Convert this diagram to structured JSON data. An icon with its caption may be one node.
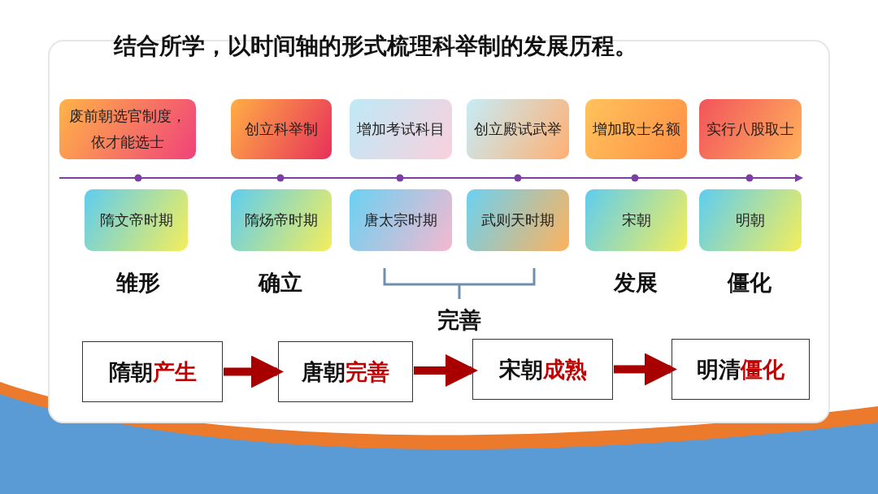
{
  "diagram": {
    "title": "结合所学，以时间轴的形式梳理科举制的发展历程。",
    "nodes": [
      {
        "text": [
          "废前朝选官制度，依才能选士"
        ]
      },
      {
        "text": [
          "创立科举制"
        ]
      },
      {
        "text": [
          "增加考试科目"
        ]
      },
      {
        "text": [
          "创立殿试武举"
        ]
      },
      {
        "text": [
          "增加取士名额"
        ]
      },
      {
        "text": [
          "实行八股取士"
        ]
      },
      {
        "text": [
          "隋文帝时期"
        ]
      },
      {
        "text": [
          "隋炀帝时期"
        ]
      },
      {
        "text": [
          "唐太宗时期"
        ]
      },
      {
        "text": [
          "武则天时期"
        ]
      },
      {
        "text": [
          "宋朝"
        ]
      },
      {
        "text": [
          "明朝"
        ]
      },
      {
        "text": [
          "隋朝",
          "产生"
        ]
      },
      {
        "text": [
          "唐朝",
          "完善"
        ]
      },
      {
        "text": [
          "宋朝",
          "成熟"
        ]
      },
      {
        "text": [
          "明清",
          "僵化"
        ]
      }
    ],
    "edges": [
      {
        "from": 12,
        "to": 13,
        "arrow": "to"
      },
      {
        "from": 13,
        "to": 14,
        "arrow": "to"
      },
      {
        "from": 14,
        "to": 15,
        "arrow": "to"
      }
    ],
    "labels": [
      "雏形",
      "确立",
      "完善",
      "发展",
      "僵化"
    ]
  }
}
